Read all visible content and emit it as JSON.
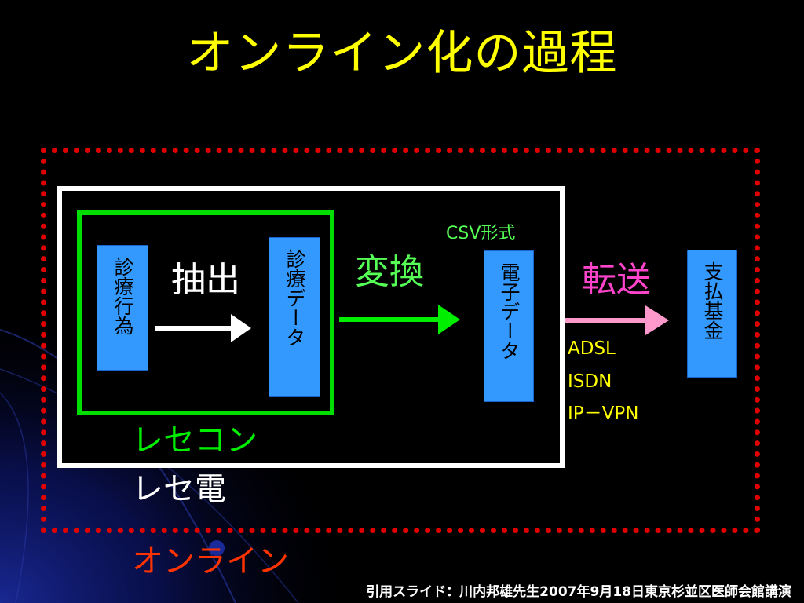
{
  "title": "オンライン化の過程",
  "boxes": {
    "medical_act": "診療行為",
    "medical_data": "診療データ",
    "electronic_data": "電子データ",
    "payment_fund": "支払基金"
  },
  "labels": {
    "extract": "抽出",
    "convert": "変換",
    "transfer": "転送",
    "csv_format": "CSV形式",
    "rececon": "レセコン",
    "recedenn": "レセ電",
    "online": "オンライン"
  },
  "connections": [
    "ADSL",
    "ISDN",
    "IP－VPN"
  ],
  "footer": "引用スライド：川内邦雄先生2007年9月18日東京杉並区医師会館講演",
  "colors": {
    "title": "#ffff00",
    "online_border": "#e00000",
    "green": "#00dd00",
    "box_fill": "#3399ff",
    "transfer": "#ff44cc",
    "transfer_arrow": "#ff99cc",
    "online_text": "#ff3300"
  }
}
